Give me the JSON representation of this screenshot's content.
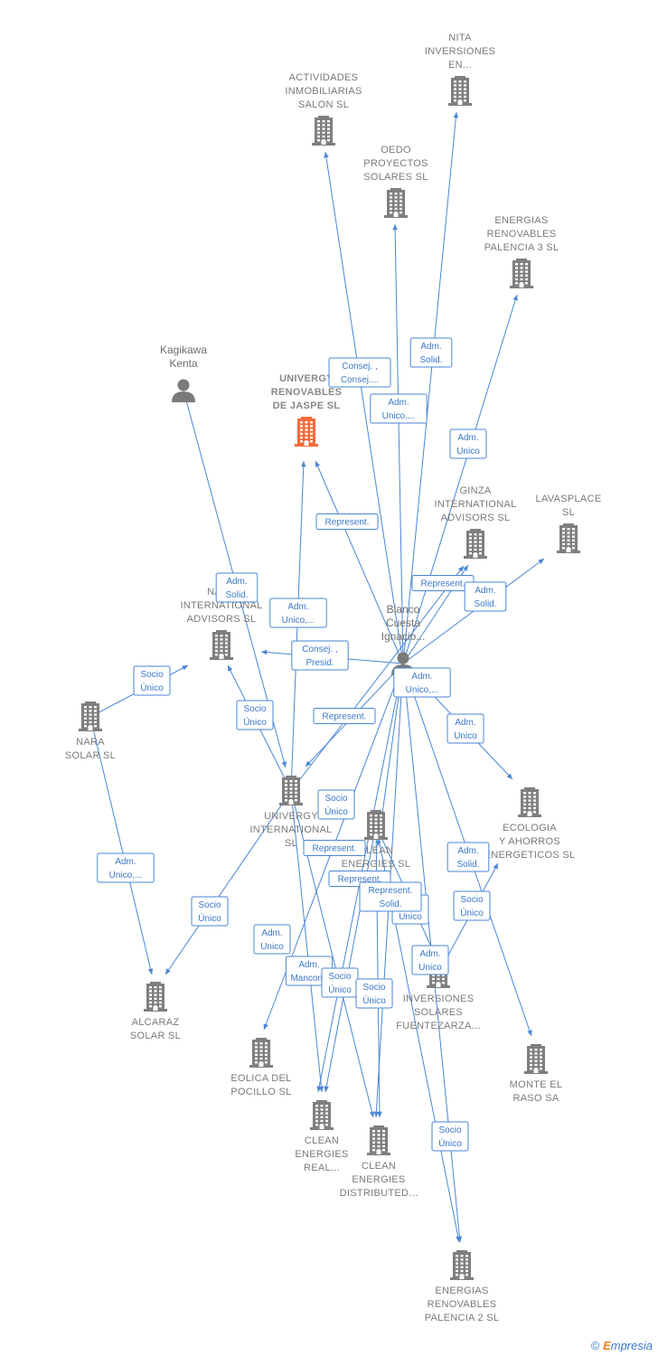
{
  "nodes": [
    {
      "id": "jaspe",
      "type": "company",
      "focus": true,
      "lines": [
        "UNIVERGY",
        "RENOVABLES",
        "DE JASPE  SL"
      ]
    },
    {
      "id": "salon",
      "type": "company",
      "lines": [
        "ACTIVIDADES",
        "INMOBILIARIAS",
        "SALON SL"
      ]
    },
    {
      "id": "nita",
      "type": "company",
      "lines": [
        "NITA",
        "INVERSIONES",
        "EN..."
      ]
    },
    {
      "id": "oedo",
      "type": "company",
      "lines": [
        "OEDO",
        "PROYECTOS",
        "SOLARES  SL"
      ]
    },
    {
      "id": "ep3",
      "type": "company",
      "lines": [
        "ENERGIAS",
        "RENOVABLES",
        "PALENCIA 3 SL"
      ]
    },
    {
      "id": "kagikawa",
      "type": "person",
      "lines": [
        "Kagikawa",
        "Kenta"
      ]
    },
    {
      "id": "ginza",
      "type": "company",
      "lines": [
        "GINZA",
        "INTERNATIONAL",
        "ADVISORS  SL"
      ]
    },
    {
      "id": "lavasplace",
      "type": "company",
      "lines": [
        "LAVASPLACE",
        "SL"
      ]
    },
    {
      "id": "blanco",
      "type": "person",
      "lines": [
        "Blanco",
        "Cuesta",
        "Ignacio..."
      ]
    },
    {
      "id": "nara_intl",
      "type": "company",
      "lines": [
        "NARA",
        "INTERNATIONAL",
        "ADVISORS  SL"
      ]
    },
    {
      "id": "nara_solar",
      "type": "company",
      "lines": [
        "NARA",
        "SOLAR  SL"
      ]
    },
    {
      "id": "univergy_intl",
      "type": "company",
      "lines": [
        "UNIVERGY",
        "INTERNATIONAL",
        "SL"
      ]
    },
    {
      "id": "clean_sl",
      "type": "company",
      "lines": [
        "CLEAN",
        "ENERGIES SL"
      ]
    },
    {
      "id": "ecologia",
      "type": "company",
      "lines": [
        "ECOLOGIA",
        "Y AHORROS",
        "ENERGETICOS SL"
      ]
    },
    {
      "id": "alcaraz",
      "type": "company",
      "lines": [
        "ALCARAZ",
        "SOLAR SL"
      ]
    },
    {
      "id": "fuentezarza",
      "type": "company",
      "lines": [
        "INVERSIONES",
        "SOLARES",
        "FUENTEZARZA..."
      ]
    },
    {
      "id": "eolica",
      "type": "company",
      "lines": [
        "EOLICA DEL",
        "POCILLO SL"
      ]
    },
    {
      "id": "monte",
      "type": "company",
      "lines": [
        "MONTE EL",
        "RASO SA"
      ]
    },
    {
      "id": "clean_real",
      "type": "company",
      "lines": [
        "CLEAN",
        "ENERGIES",
        "REAL..."
      ]
    },
    {
      "id": "clean_dist",
      "type": "company",
      "lines": [
        "CLEAN",
        "ENERGIES",
        "DISTRIBUTED..."
      ]
    },
    {
      "id": "ep2",
      "type": "company",
      "lines": [
        "ENERGIAS",
        "RENOVABLES",
        "PALENCIA 2 SL"
      ]
    }
  ],
  "edges": [
    {
      "from": "blanco",
      "to": "salon",
      "label": [
        "Consej. ,",
        "Consej...."
      ]
    },
    {
      "from": "blanco",
      "to": "oedo",
      "label": [
        "Adm.",
        "Unico,..."
      ]
    },
    {
      "from": "blanco",
      "to": "nita",
      "label": [
        "Adm.",
        "Solid."
      ]
    },
    {
      "from": "blanco",
      "to": "ep3",
      "label": [
        "Adm.",
        "Unico"
      ]
    },
    {
      "from": "blanco",
      "to": "jaspe",
      "label": [
        "Represent."
      ]
    },
    {
      "from": "blanco",
      "to": "ginza",
      "label": [
        "Represent."
      ]
    },
    {
      "from": "blanco",
      "to": "lavasplace",
      "label": [
        "Adm.",
        "Solid."
      ]
    },
    {
      "from": "blanco",
      "to": "nara_intl",
      "label": [
        "Consej. ,",
        "Presid."
      ]
    },
    {
      "from": "blanco",
      "to": "univergy_intl",
      "label": [
        "Represent."
      ]
    },
    {
      "from": "blanco",
      "to": "ecologia",
      "label": [
        "Adm.",
        "Unico"
      ]
    },
    {
      "from": "blanco",
      "to": "monte",
      "label": [
        "Adm.",
        "Solid."
      ]
    },
    {
      "from": "blanco",
      "to": "clean_sl",
      "label": [
        "Adm.",
        "Unico,..."
      ]
    },
    {
      "from": "blanco",
      "to": "eolica",
      "label": [
        "Adm.",
        "Unico"
      ]
    },
    {
      "from": "blanco",
      "to": "clean_real",
      "label": [
        "Adm.",
        "Mancom."
      ]
    },
    {
      "from": "blanco",
      "to": "clean_dist",
      "label": [
        "Adm.",
        "Unico"
      ]
    },
    {
      "from": "blanco",
      "to": "ep2",
      "label": [
        "Adm.",
        "Unico"
      ]
    },
    {
      "from": "kagikawa",
      "to": "univergy_intl",
      "label": [
        "Adm.",
        "Solid."
      ]
    },
    {
      "from": "univergy_intl",
      "to": "jaspe",
      "label": [
        "Adm.",
        "Unico,..."
      ]
    },
    {
      "from": "univergy_intl",
      "to": "nara_intl",
      "label": [
        "Socio",
        "Único"
      ]
    },
    {
      "from": "univergy_intl",
      "to": "alcaraz",
      "label": [
        "Socio",
        "Único"
      ]
    },
    {
      "from": "univergy_intl",
      "to": "clean_real",
      "label": [
        "Represent."
      ]
    },
    {
      "from": "univergy_intl",
      "to": "clean_dist",
      "label": [
        "Represent."
      ]
    },
    {
      "from": "univergy_intl",
      "to": "ginza",
      "label": [
        "Socio",
        "Único"
      ]
    },
    {
      "from": "nara_solar",
      "to": "nara_intl",
      "label": [
        "Socio",
        "Único"
      ]
    },
    {
      "from": "nara_solar",
      "to": "alcaraz",
      "label": [
        "Adm.",
        "Unico,..."
      ]
    },
    {
      "from": "clean_sl",
      "to": "clean_real",
      "label": [
        "Socio",
        "Único"
      ]
    },
    {
      "from": "clean_sl",
      "to": "clean_dist",
      "label": [
        "Socio",
        "Único"
      ]
    },
    {
      "from": "clean_sl",
      "to": "ep2",
      "label": [
        "Socio",
        "Único"
      ]
    },
    {
      "from": "clean_sl",
      "to": "fuentezarza",
      "label": [
        "Represent.",
        "Solid."
      ]
    },
    {
      "from": "fuentezarza",
      "to": "ecologia",
      "label": [
        "Socio",
        "Único"
      ]
    }
  ],
  "footer": {
    "copyright": "©",
    "brand_first": "E",
    "brand_rest": "mpresia"
  },
  "colors": {
    "edge": "#4a86d4",
    "company": "#7f7f7f",
    "focus": "#f26b3a",
    "person": "#7a7a7a"
  }
}
